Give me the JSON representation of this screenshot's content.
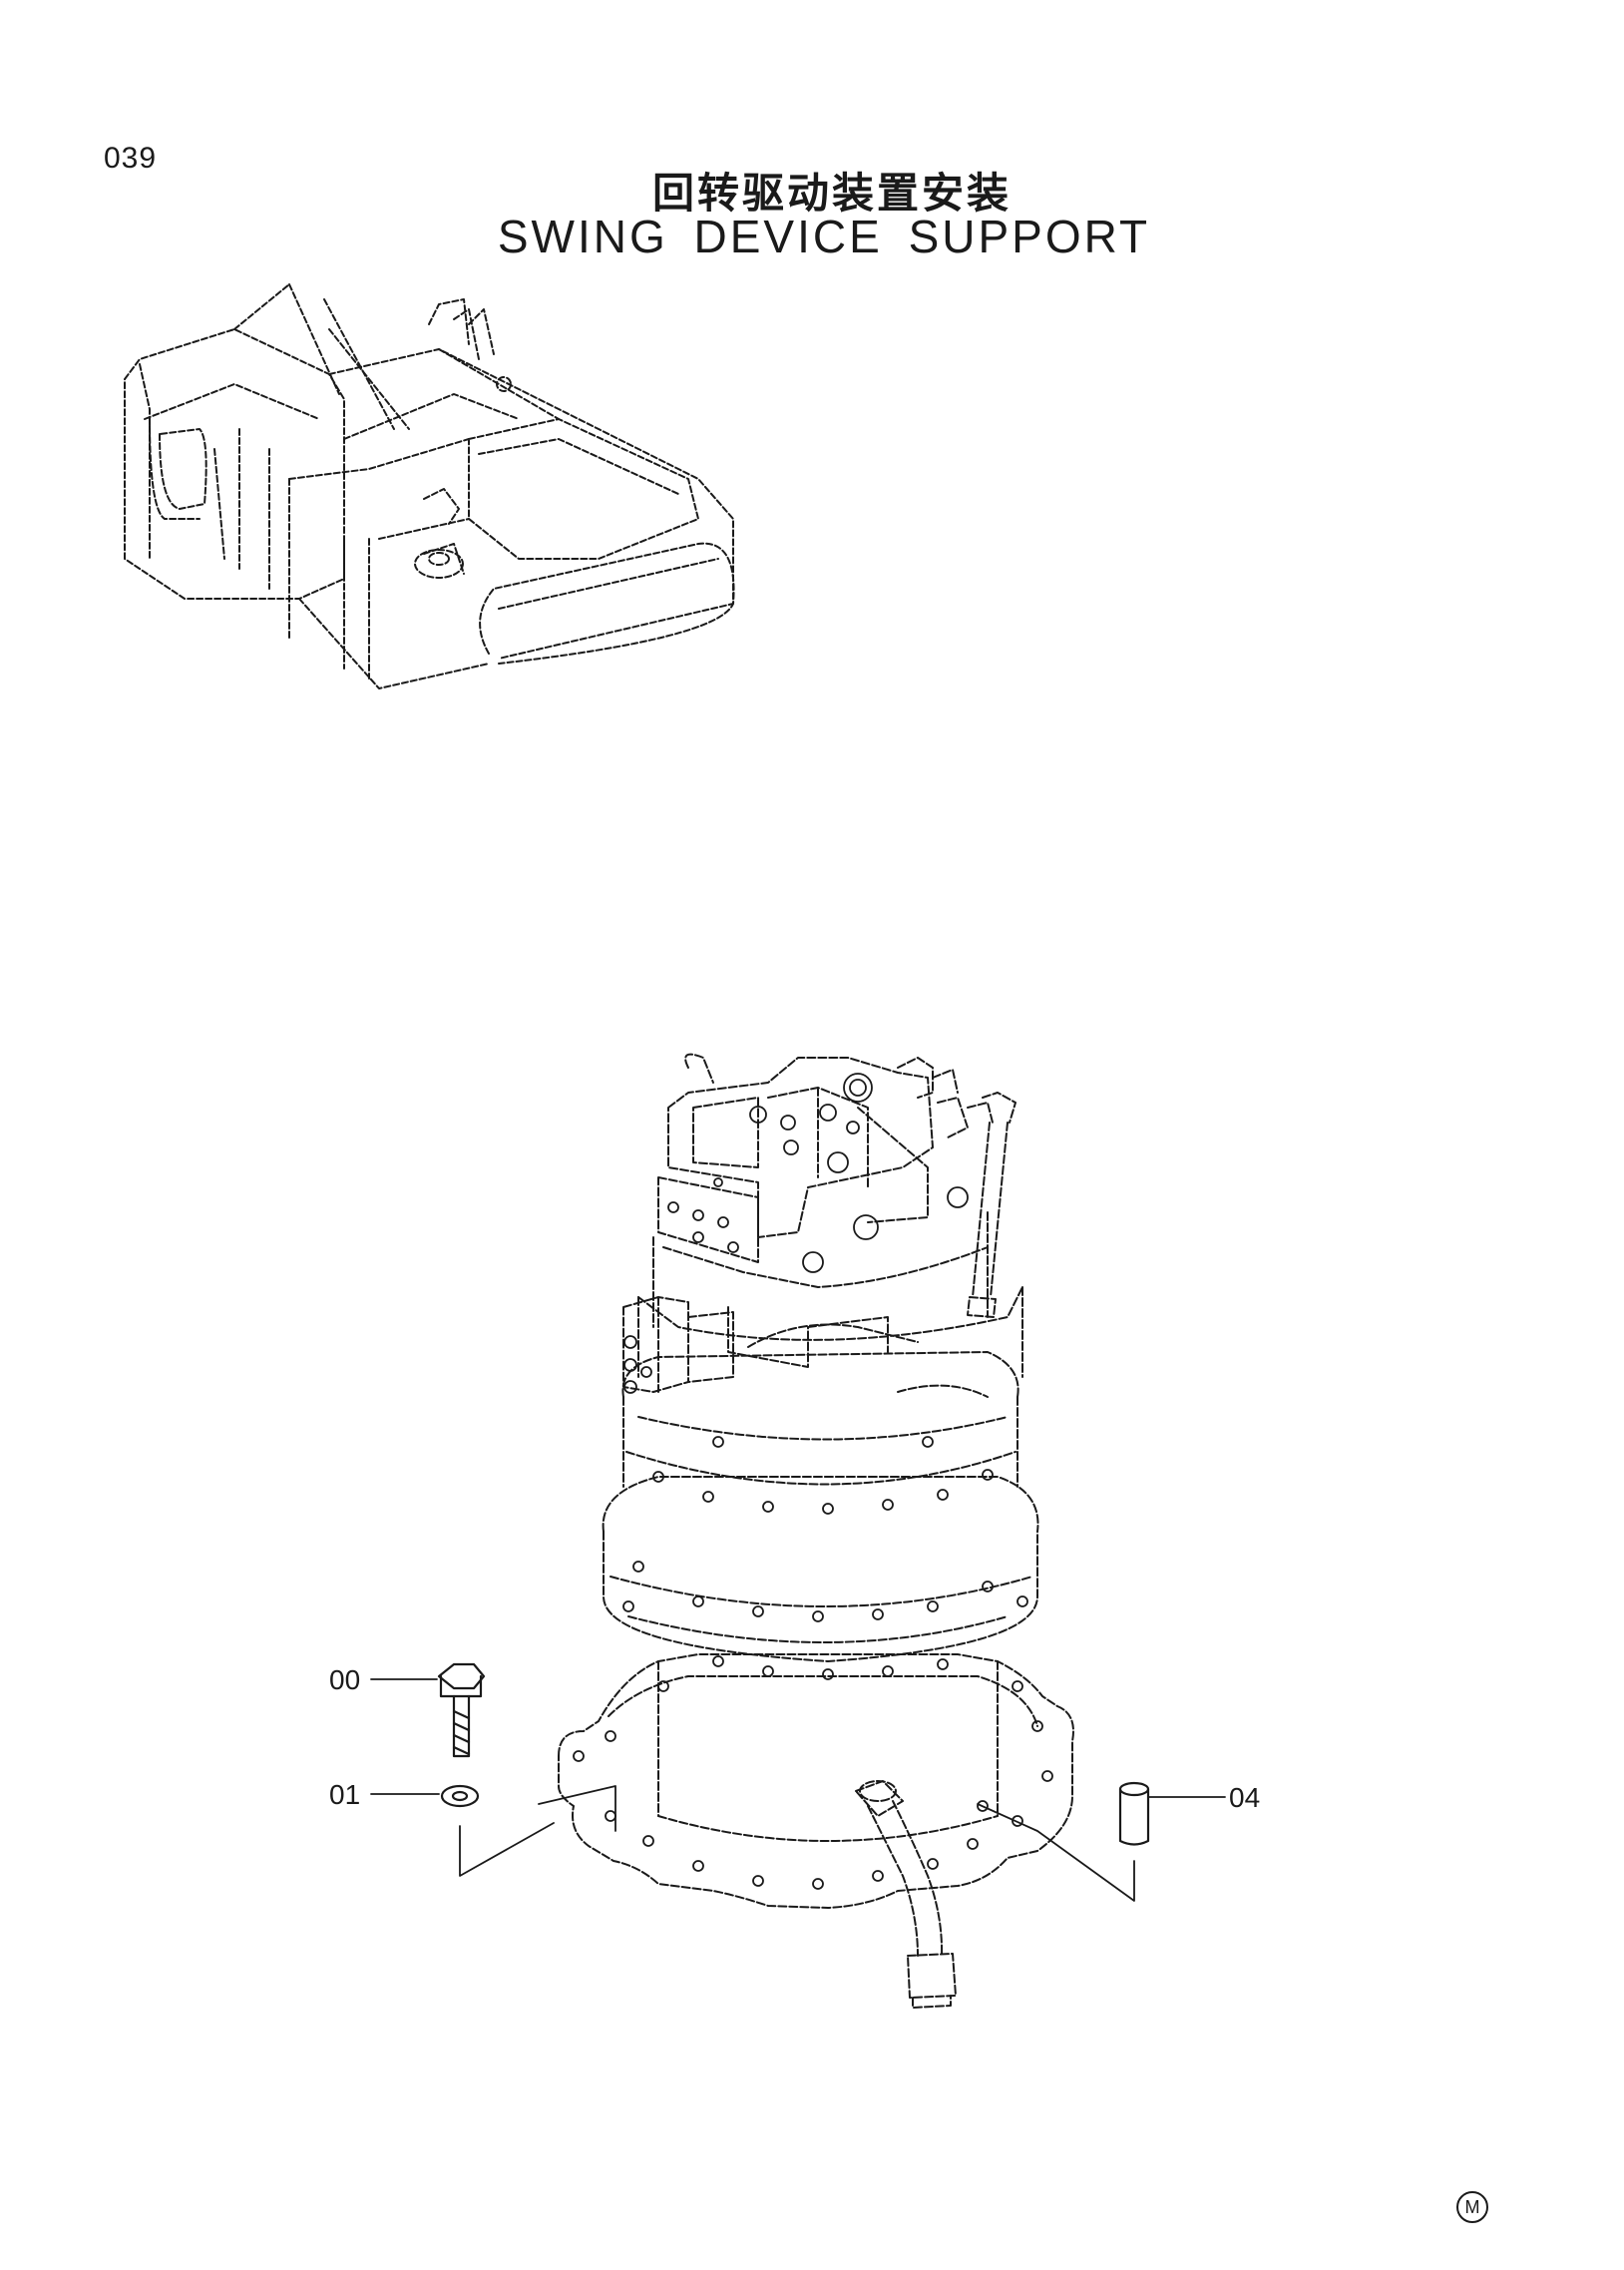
{
  "page": {
    "number": "039",
    "title_cn": "回转驱动装置安装",
    "title_en": "SWING DEVICE SUPPORT",
    "mark": "M"
  },
  "callouts": [
    {
      "id": "00",
      "part": "bolt"
    },
    {
      "id": "01",
      "part": "washer"
    },
    {
      "id": "04",
      "part": "pin"
    }
  ],
  "colors": {
    "line": "#1a1a1a",
    "paper": "#ffffff"
  }
}
